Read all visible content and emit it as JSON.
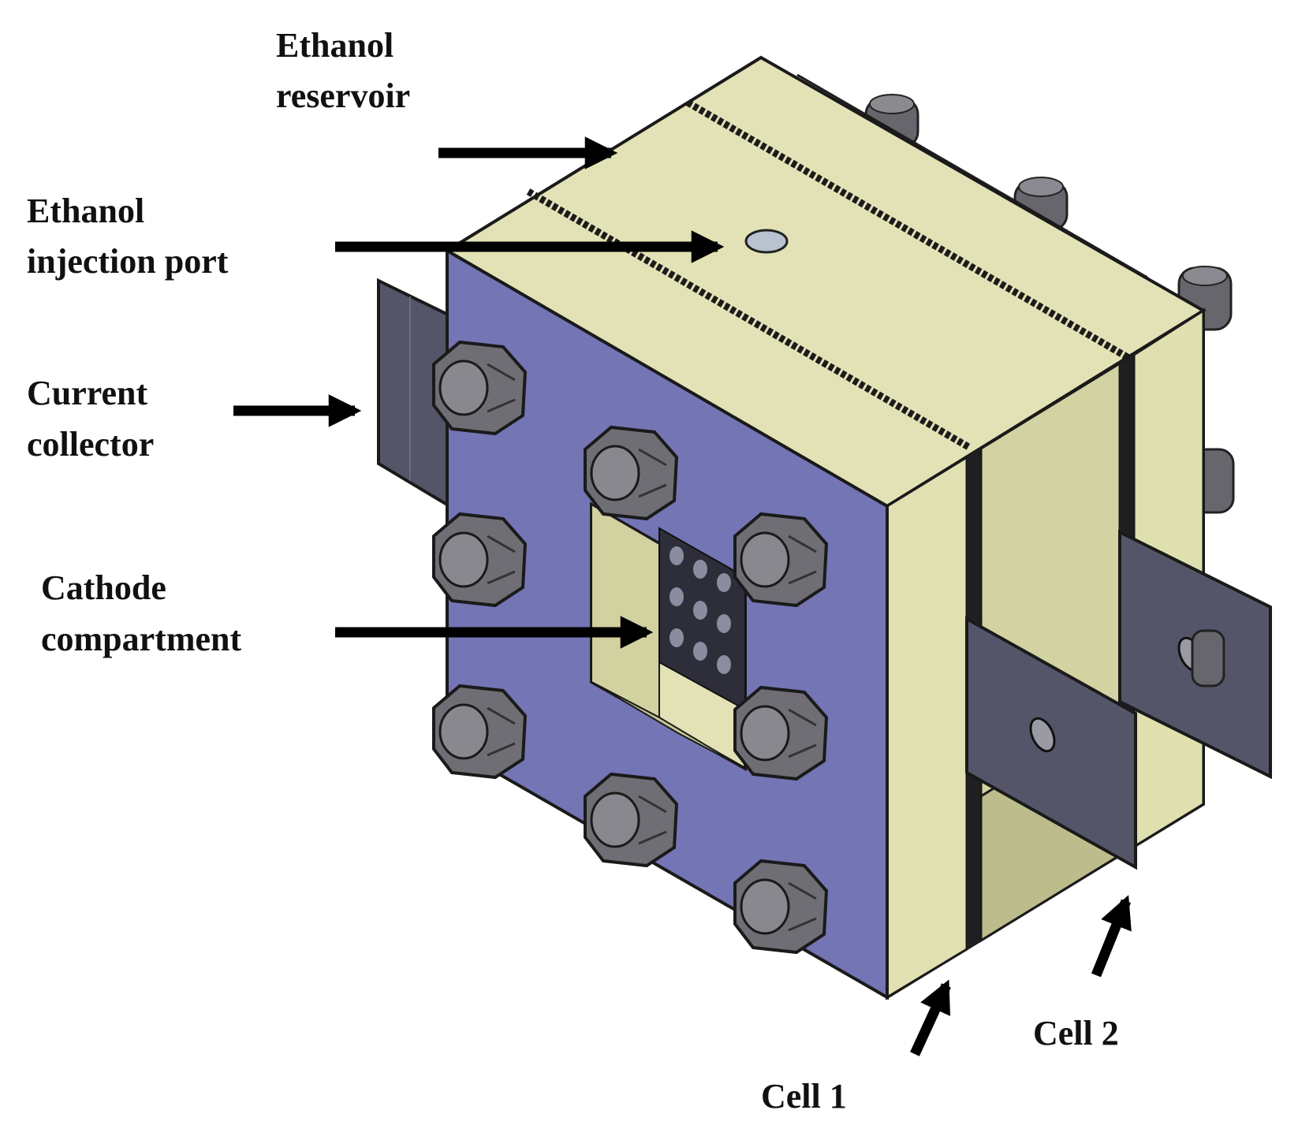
{
  "labels": {
    "ethanol_reservoir": [
      "Ethanol",
      "reservoir"
    ],
    "injection_port": [
      "Ethanol",
      "injection port"
    ],
    "current_collector": [
      "Current",
      "collector"
    ],
    "cathode_compartment": [
      "Cathode",
      "compartment"
    ],
    "cell_1": "Cell 1",
    "cell_2": "Cell 2"
  },
  "colors": {
    "front_plate": "#7475b5",
    "body_light": "#e3e2b6",
    "body_side": "#cfce9f",
    "body_dark": "#bdbc8c",
    "collector": "#505064",
    "bolt": "#6e6e74",
    "gasket": "#222222",
    "arrow": "#000000"
  },
  "parts": {
    "front_bolts": 8,
    "top_bolts": 3,
    "side_bolts": 2,
    "cathode_holes_visible": 9
  }
}
